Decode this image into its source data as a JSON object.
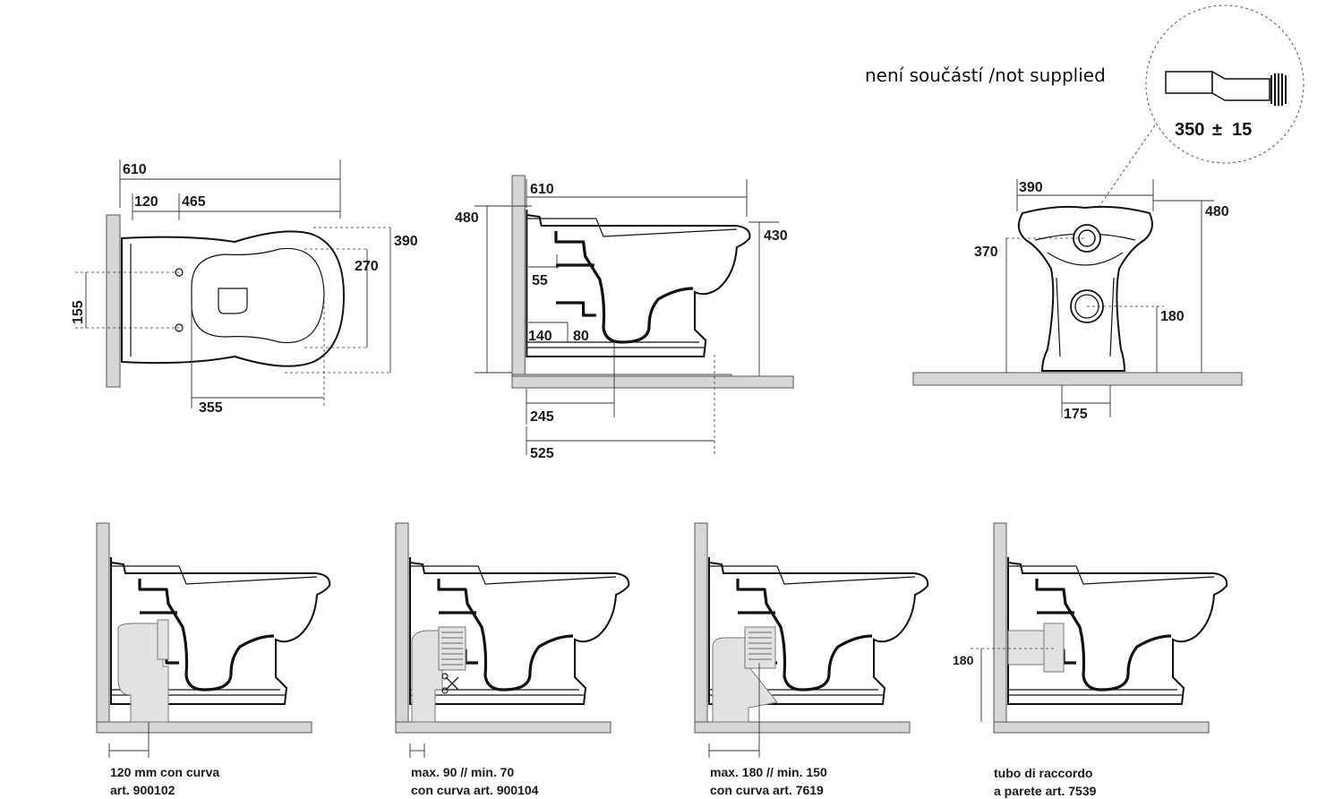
{
  "note": {
    "not_supplied": "není součástí /not supplied",
    "connector_length": "350",
    "tolerance_sign": "±",
    "tolerance": "15"
  },
  "top_view": {
    "d610": "610",
    "d120": "120",
    "d465": "465",
    "d390": "390",
    "d270": "270",
    "d155": "155",
    "d355": "355"
  },
  "side_view": {
    "d610": "610",
    "d480": "480",
    "d430": "430",
    "d55": "55",
    "d140": "140",
    "d80": "80",
    "d245": "245",
    "d525": "525"
  },
  "front_view": {
    "d390": "390",
    "d480": "480",
    "d370": "370",
    "d180": "180",
    "d175": "175"
  },
  "variants": [
    {
      "line1": "120 mm con curva",
      "line2": "art. 900102"
    },
    {
      "line1": "max. 90 // min. 70",
      "line2": "con curva art. 900104"
    },
    {
      "line1": "max. 180 // min. 150",
      "line2": "con curva art. 7619"
    },
    {
      "line1": "tubo di raccordo",
      "line2": "a parete art. 7539",
      "height": "180"
    }
  ]
}
